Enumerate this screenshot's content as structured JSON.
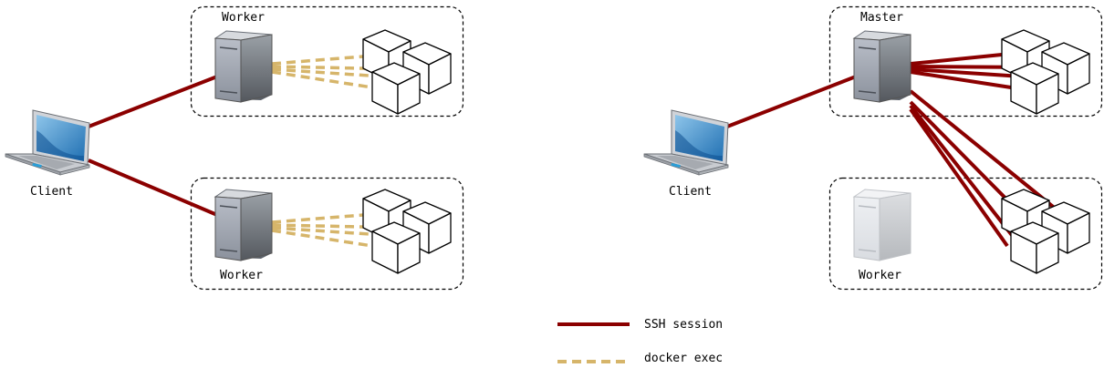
{
  "left_panel": {
    "worker_top": {
      "label": "Worker"
    },
    "worker_bottom": {
      "label": "Worker"
    },
    "client": {
      "label": "Client"
    }
  },
  "right_panel": {
    "master": {
      "label": "Master"
    },
    "worker": {
      "label": "Worker",
      "state": "faded"
    },
    "client": {
      "label": "Client"
    }
  },
  "legend": {
    "ssh": {
      "label": "SSH session",
      "color": "#8b0000"
    },
    "docker": {
      "label": "docker exec",
      "color": "#d6b56a"
    }
  },
  "icons": {
    "computer": "laptop-icon",
    "server": "server-icon",
    "container": "container-cube-icon"
  }
}
